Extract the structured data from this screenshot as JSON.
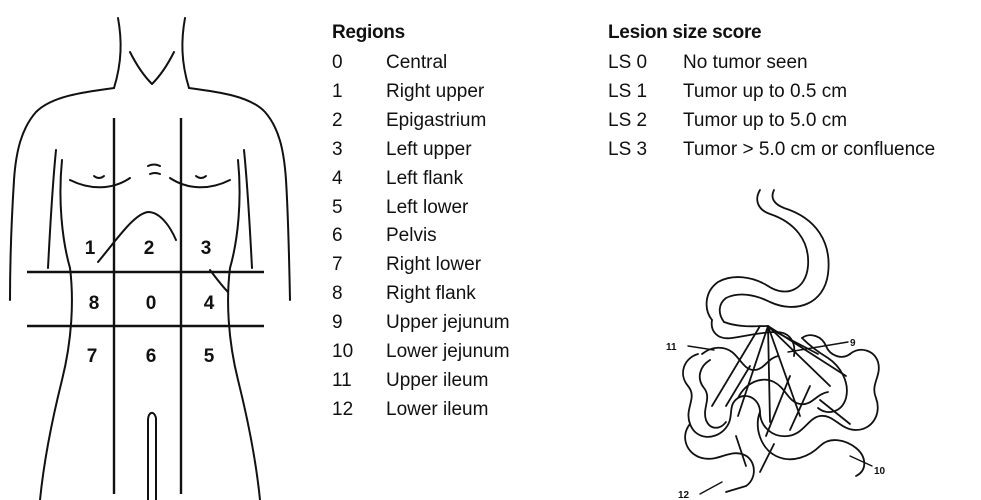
{
  "torso_regions": [
    "1",
    "2",
    "3",
    "8",
    "0",
    "4",
    "7",
    "6",
    "5"
  ],
  "regions_legend": {
    "title": "Regions",
    "items": [
      {
        "code": "0",
        "label": "Central"
      },
      {
        "code": "1",
        "label": "Right upper"
      },
      {
        "code": "2",
        "label": "Epigastrium"
      },
      {
        "code": "3",
        "label": "Left upper"
      },
      {
        "code": "4",
        "label": "Left flank"
      },
      {
        "code": "5",
        "label": "Left lower"
      },
      {
        "code": "6",
        "label": "Pelvis"
      },
      {
        "code": "7",
        "label": "Right lower"
      },
      {
        "code": "8",
        "label": "Right flank"
      },
      {
        "code": "9",
        "label": "Upper jejunum"
      },
      {
        "code": "10",
        "label": "Lower jejunum"
      },
      {
        "code": "11",
        "label": "Upper ileum"
      },
      {
        "code": "12",
        "label": "Lower ileum"
      }
    ]
  },
  "lesion_size_score": {
    "title": "Lesion size score",
    "items": [
      {
        "code": "LS 0",
        "label": "No tumor seen"
      },
      {
        "code": "LS 1",
        "label": "Tumor up to 0.5 cm"
      },
      {
        "code": "LS 2",
        "label": "Tumor up to 5.0 cm"
      },
      {
        "code": "LS 3",
        "label": "Tumor > 5.0 cm or confluence"
      }
    ]
  },
  "bowel_callouts": [
    "9",
    "10",
    "11",
    "12"
  ]
}
